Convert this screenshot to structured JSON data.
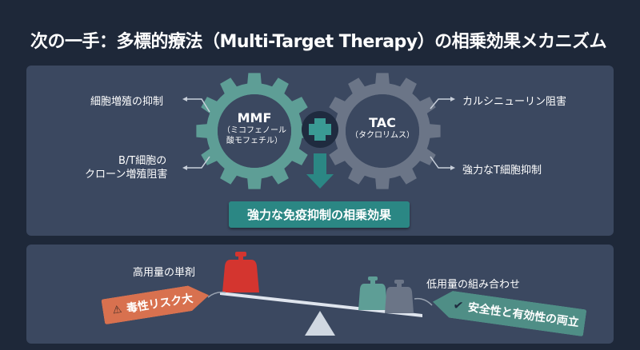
{
  "title": "次の一手：多標的療法（Multi-Target Therapy）の相乗効果メカニズム",
  "mechanism": {
    "mmf": {
      "name": "MMF",
      "sub1": "（ミコフェノール",
      "sub2": "酸モフェチル）",
      "effects": [
        "細胞増殖の抑制",
        "B/T細胞の",
        "クローン増殖阻害"
      ]
    },
    "tac": {
      "name": "TAC",
      "sub": "（タクロリムス）",
      "effects": [
        "カルシニューリン阻害",
        "強力なT細胞抑制"
      ]
    },
    "result": "強力な免疫抑制の相乗効果"
  },
  "balance": {
    "left_label": "高用量の単剤",
    "left_tag": "毒性リスク大",
    "right_label": "低用量の組み合わせ",
    "right_tag": "安全性と有効性の両立"
  },
  "colors": {
    "teal": "#5e9e96",
    "gray_gear": "#6b7587",
    "red": "#d4352f",
    "orange": "#d8714f",
    "tag_teal": "#4f8e86"
  }
}
